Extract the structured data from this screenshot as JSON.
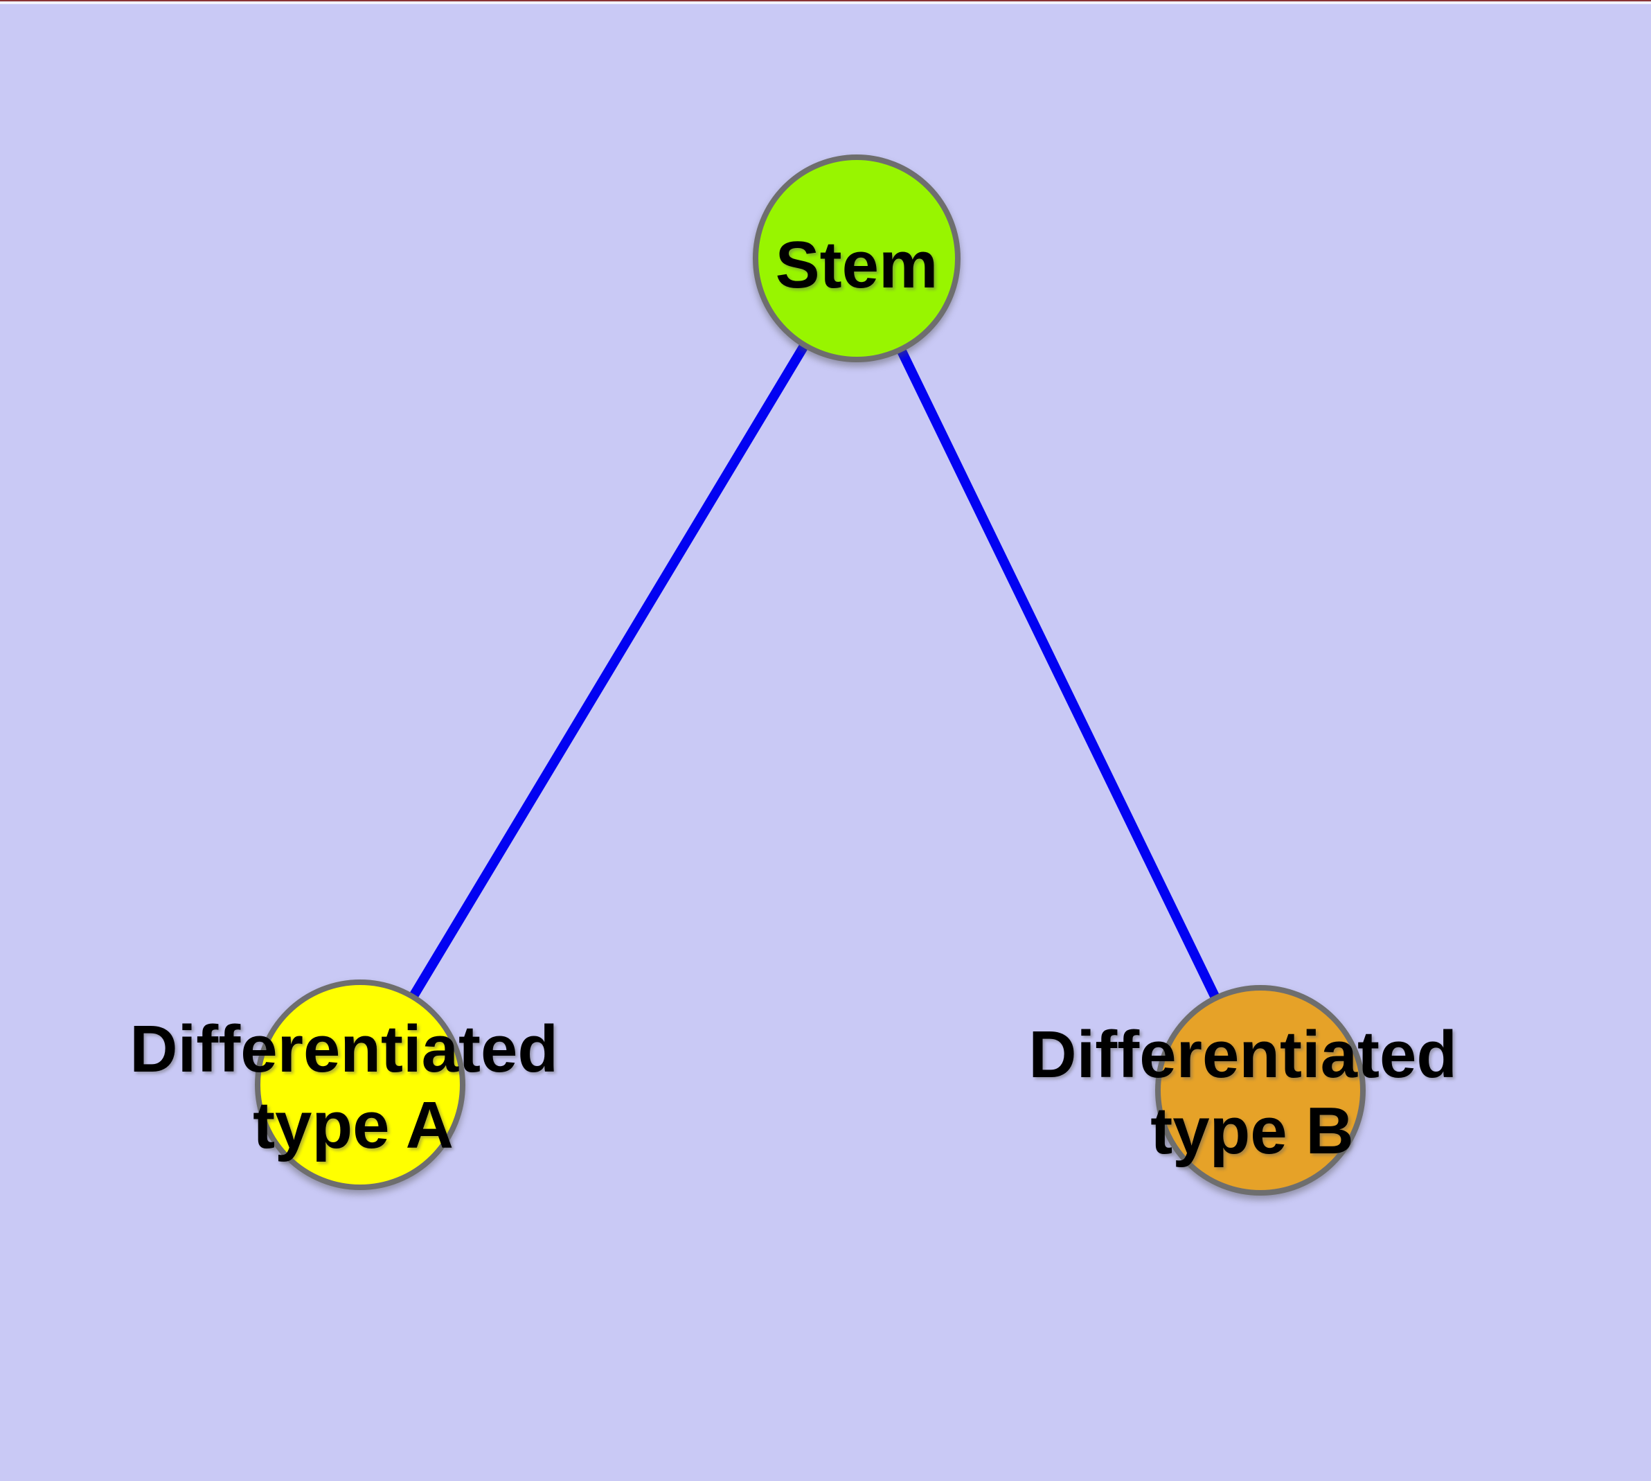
{
  "figure": {
    "background_color": "#C9C9F5",
    "top_edge_dark_color": "#8B3434",
    "top_edge_light_color": "#F2F2FB"
  },
  "colors": {
    "edge": "#0202F2",
    "node_border": "#6E6E6E",
    "label_text": "#000000"
  },
  "nodes": {
    "stem": {
      "label": "Stem",
      "fill": "#98F500"
    },
    "type_a": {
      "label_line1": "Differentiated",
      "label_line2": "type A",
      "fill": "#FFFF00"
    },
    "type_b": {
      "label_line1": "Differentiated",
      "label_line2": "type B",
      "fill": "#E6A228"
    }
  },
  "edges": [
    {
      "from": "Stem",
      "to": "Differentiated type A"
    },
    {
      "from": "Stem",
      "to": "Differentiated type B"
    }
  ]
}
